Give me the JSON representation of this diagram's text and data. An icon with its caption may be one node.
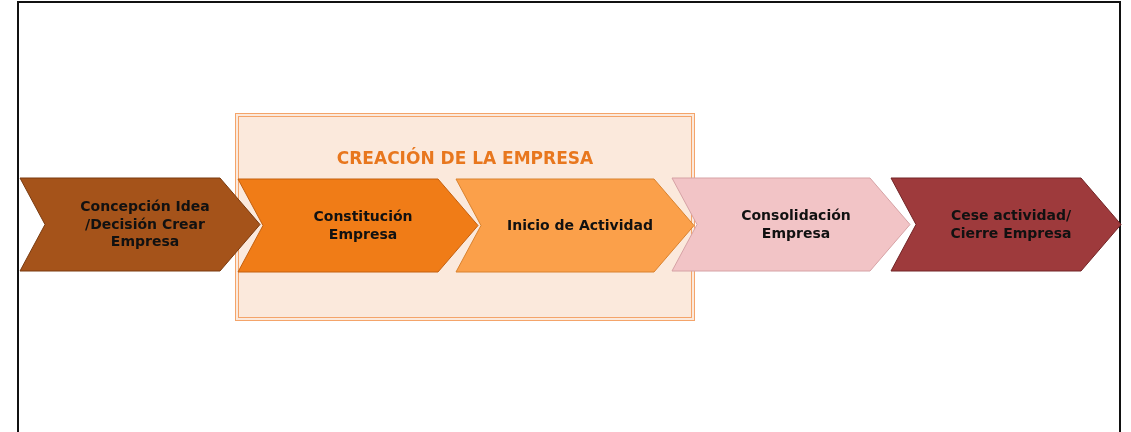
{
  "diagram": {
    "nodes": [
      {
        "text": [
          "CREACIÓN DE LA EMPRESA"
        ]
      },
      {
        "text": [
          "Concepción Idea /Decisión Crear Empresa"
        ]
      },
      {
        "text": [
          "Constitución Empresa"
        ],
        "in": 0
      },
      {
        "text": [
          "Inicio de Actividad"
        ],
        "in": 0
      },
      {
        "text": [
          "Consolidación Empresa"
        ]
      },
      {
        "text": [
          "Cese actividad/ Cierre Empresa"
        ]
      }
    ]
  }
}
